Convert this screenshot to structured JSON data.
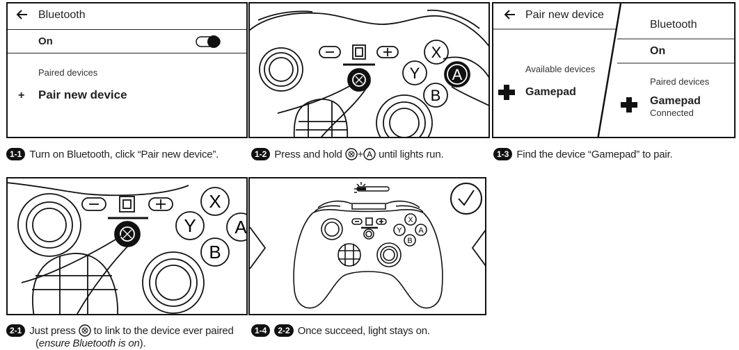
{
  "panel1": {
    "back_icon": "arrow-left-icon",
    "title": "Bluetooth",
    "toggle_label": "On",
    "toggle_state": "on",
    "section_label": "Paired devices",
    "plus": "+",
    "pair_label": "Pair new device"
  },
  "panel2": {
    "buttons": [
      "X",
      "Y",
      "A",
      "B"
    ],
    "minus": "−",
    "plus": "+"
  },
  "panel3": {
    "back_icon": "arrow-left-icon",
    "left_title": "Pair new device",
    "available_label": "Available devices",
    "device_left": "Gamepad",
    "right_title": "Bluetooth",
    "toggle_label": "On",
    "paired_label": "Paired devices",
    "device_right": "Gamepad",
    "device_right_status": "Connected"
  },
  "panel4": {
    "buttons": [
      "X",
      "Y",
      "A",
      "B"
    ],
    "minus": "−",
    "plus": "+"
  },
  "panel5": {
    "buttons": [
      "X",
      "Y",
      "A",
      "B"
    ],
    "check_icon": "checkmark-icon"
  },
  "captions": {
    "c11_badge": "1-1",
    "c11_text": "Turn on Bluetooth, click “Pair new device”.",
    "c12_badge": "1-2",
    "c12_pre": "Press and hold",
    "c12_plus": "+",
    "c12_post": "until lights run.",
    "c13_badge": "1-3",
    "c13_text": "Find the device “Gamepad” to pair.",
    "c21_badge": "2-1",
    "c21_pre": "Just press",
    "c21_post": "to link to the device ever paired",
    "c21_line2_open": "(",
    "c21_line2_italic": "ensure Bluetooth is on",
    "c21_line2_close": ").",
    "c14_badge": "1-4",
    "c22_badge": "2-2",
    "c22_text": "Once succeed, light stays on."
  }
}
